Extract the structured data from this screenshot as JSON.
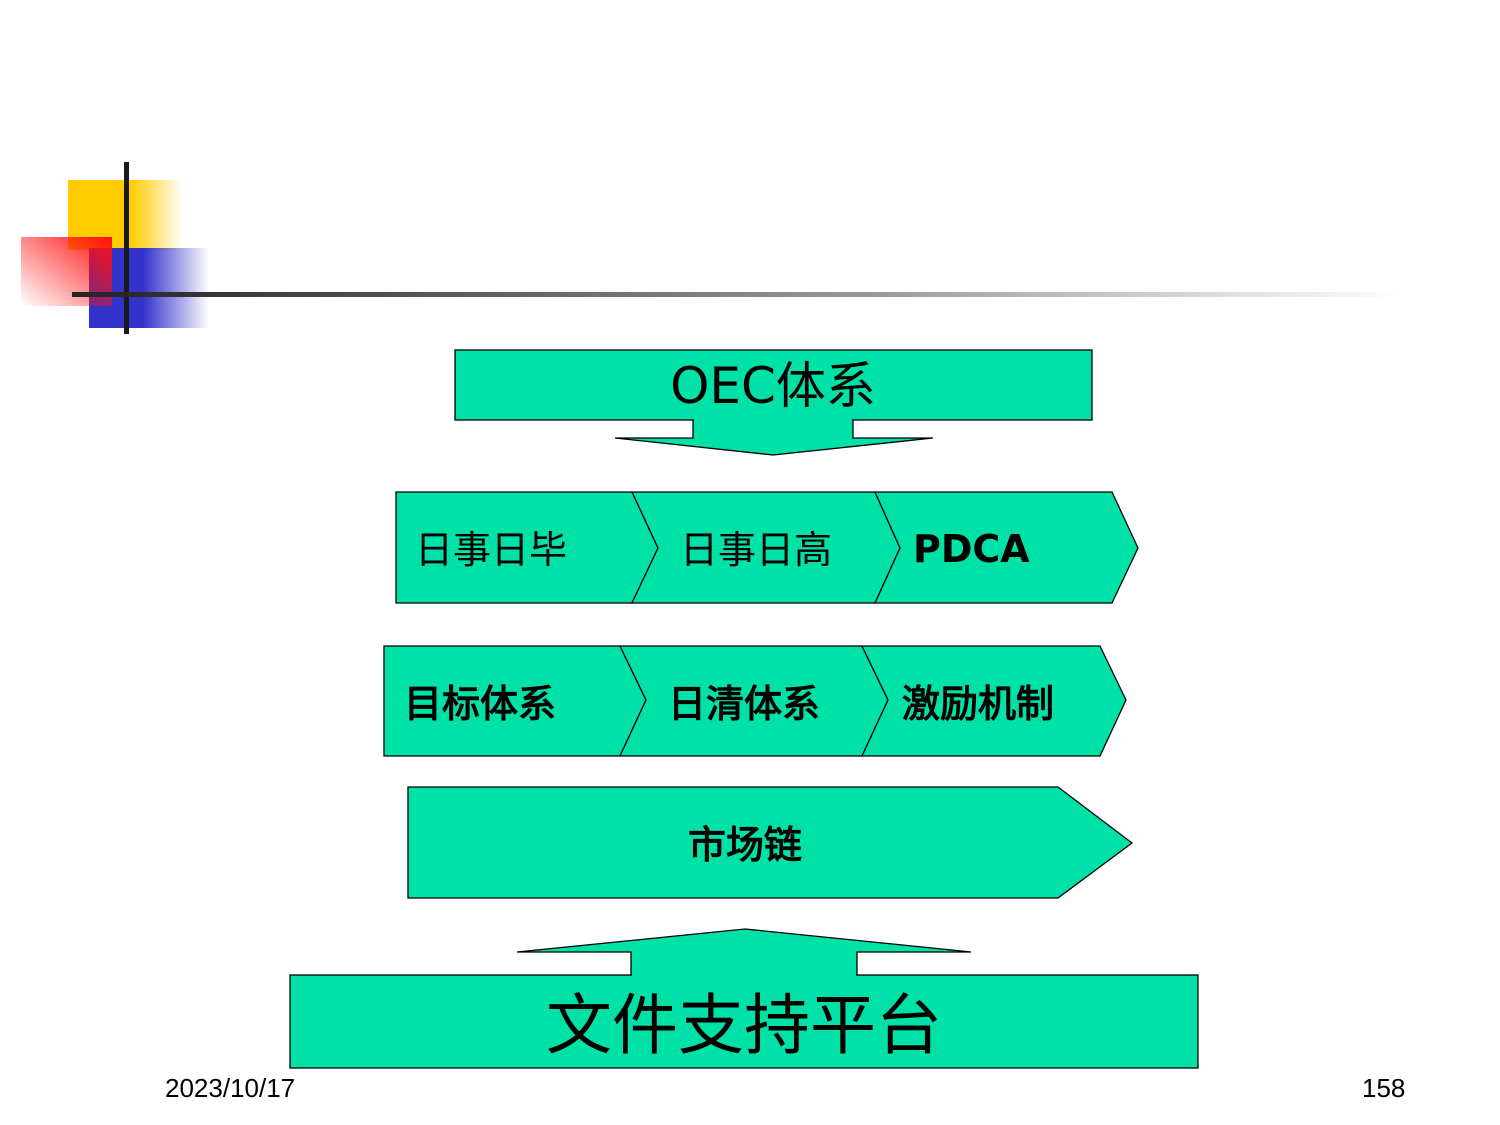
{
  "diagram": {
    "top": "OEC体系",
    "row1": [
      "日事日毕",
      "日事日高",
      "PDCA"
    ],
    "row2": [
      "目标体系",
      "日清体系",
      "激励机制"
    ],
    "market": "市场链",
    "bottom": "文件支持平台"
  },
  "footer": {
    "date": "2023/10/17",
    "page": "158"
  },
  "colors": {
    "shape_fill": "#00E1A8"
  }
}
